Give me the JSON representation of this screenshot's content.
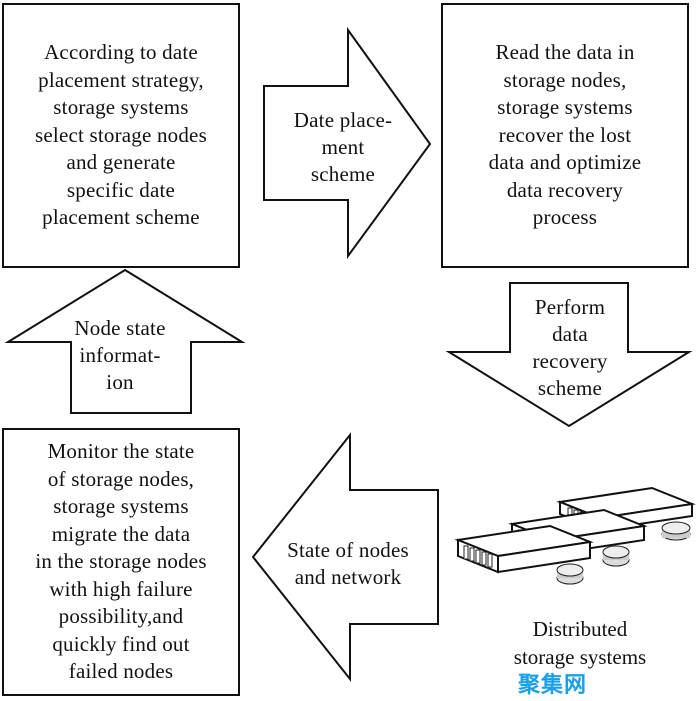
{
  "boxes": {
    "placement_strategy": "According to date\nplacement strategy,\nstorage systems\nselect storage nodes\nand generate\nspecific date\nplacement scheme",
    "read_data": "Read the data in\nstorage nodes,\nstorage systems\nrecover the lost\ndata and optimize\ndata recovery\nprocess",
    "monitor_state": "Monitor the state\nof storage nodes,\nstorage systems\nmigrate the data\nin the storage nodes\nwith high failure\npossibility,and\nquickly find out\nfailed nodes"
  },
  "arrows": {
    "right_label": "Date place-\nment\nscheme",
    "down_label": "Perform\ndata\nrecovery\nscheme",
    "left_label": "State of nodes\nand network",
    "up_label": "Node state\ninformat-\nion"
  },
  "storage": {
    "caption": "Distributed\nstorage systems",
    "icon": "server-rack-icon"
  },
  "watermark": "聚集网",
  "colors": {
    "stroke": "#111111",
    "watermark": "#1aa0e8"
  }
}
